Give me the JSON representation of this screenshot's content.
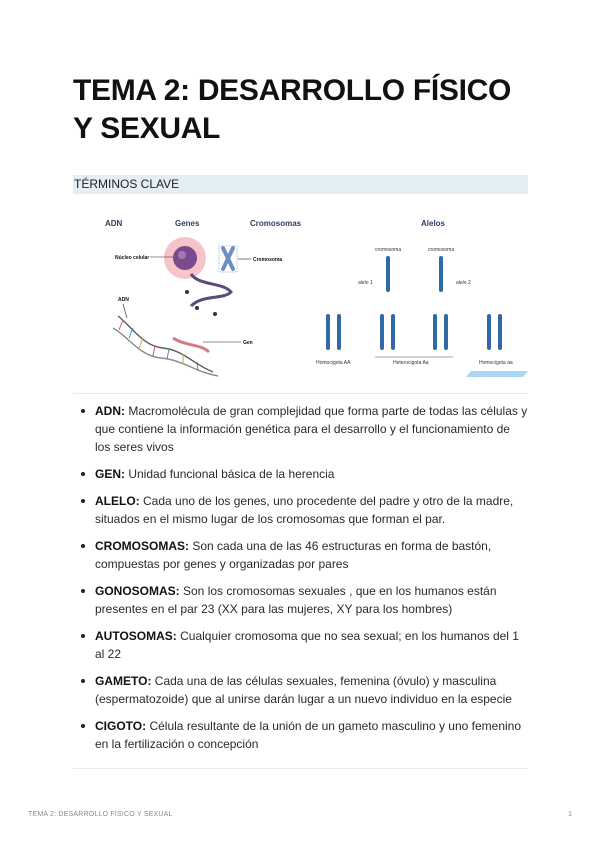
{
  "document": {
    "title": "TEMA 2: DESARROLLO FÍSICO Y SEXUAL",
    "section": "TÉRMINOS CLAVE"
  },
  "figure": {
    "headers": [
      "ADN",
      "Genes",
      "Cromosomas",
      "Alelos"
    ],
    "labels": {
      "nucleo": "Núcleo celular",
      "cromosoma": "Cromosoma",
      "adn": "ADN",
      "gen": "Gen",
      "cromosoma_small_1": "cromosoma",
      "cromosoma_small_2": "cromosoma",
      "alelo1": "alelo 1",
      "alelo2": "alelo 2",
      "homocigota_aa": "Homocigota AA",
      "heterocigota": "Heterocigota Aa",
      "homocigota_small_aa": "Homocigota aa"
    },
    "colors": {
      "chromosome": "#2f6aa6",
      "nucleus": "#f2a7b1",
      "nucleus_core": "#7b4a8c",
      "highlight": "#a9d8f0"
    }
  },
  "terms": [
    {
      "term": "ADN:",
      "definition": " Macromolécula de gran complejidad que forma parte de todas las células y que contiene la información genética para el desarrollo y el funcionamiento de los seres vivos"
    },
    {
      "term": "GEN:",
      "definition": " Unidad funcional básica de la herencia"
    },
    {
      "term": "ALELO:",
      "definition": " Cada uno de los genes, uno procedente del padre y otro de la madre, situados en el mismo lugar de los cromosomas que forman el par."
    },
    {
      "term": "CROMOSOMAS:",
      "definition": " Son cada una de las 46 estructuras en forma de bastón, compuestas por genes y organizadas por pares"
    },
    {
      "term": "GONOSOMAS:",
      "definition": " Son los cromosomas sexuales , que en los humanos están presentes en el par 23 (XX para las mujeres, XY para los hombres)"
    },
    {
      "term": "AUTOSOMAS:",
      "definition": " Cualquier cromosoma que no sea sexual; en los humanos del 1 al 22"
    },
    {
      "term": "GAMETO:",
      "definition": " Cada una de las células sexuales, femenina (óvulo) y masculina (espermatozoide) que al unirse darán lugar a un nuevo individuo en la especie"
    },
    {
      "term": "CIGOTO:",
      "definition": " Célula resultante de la unión de un gameto masculino y uno femenino en la fertilización o concepción"
    }
  ],
  "footer": {
    "title": "TEMA 2: DESARROLLO FÍSICO Y SEXUAL",
    "page": "1"
  }
}
